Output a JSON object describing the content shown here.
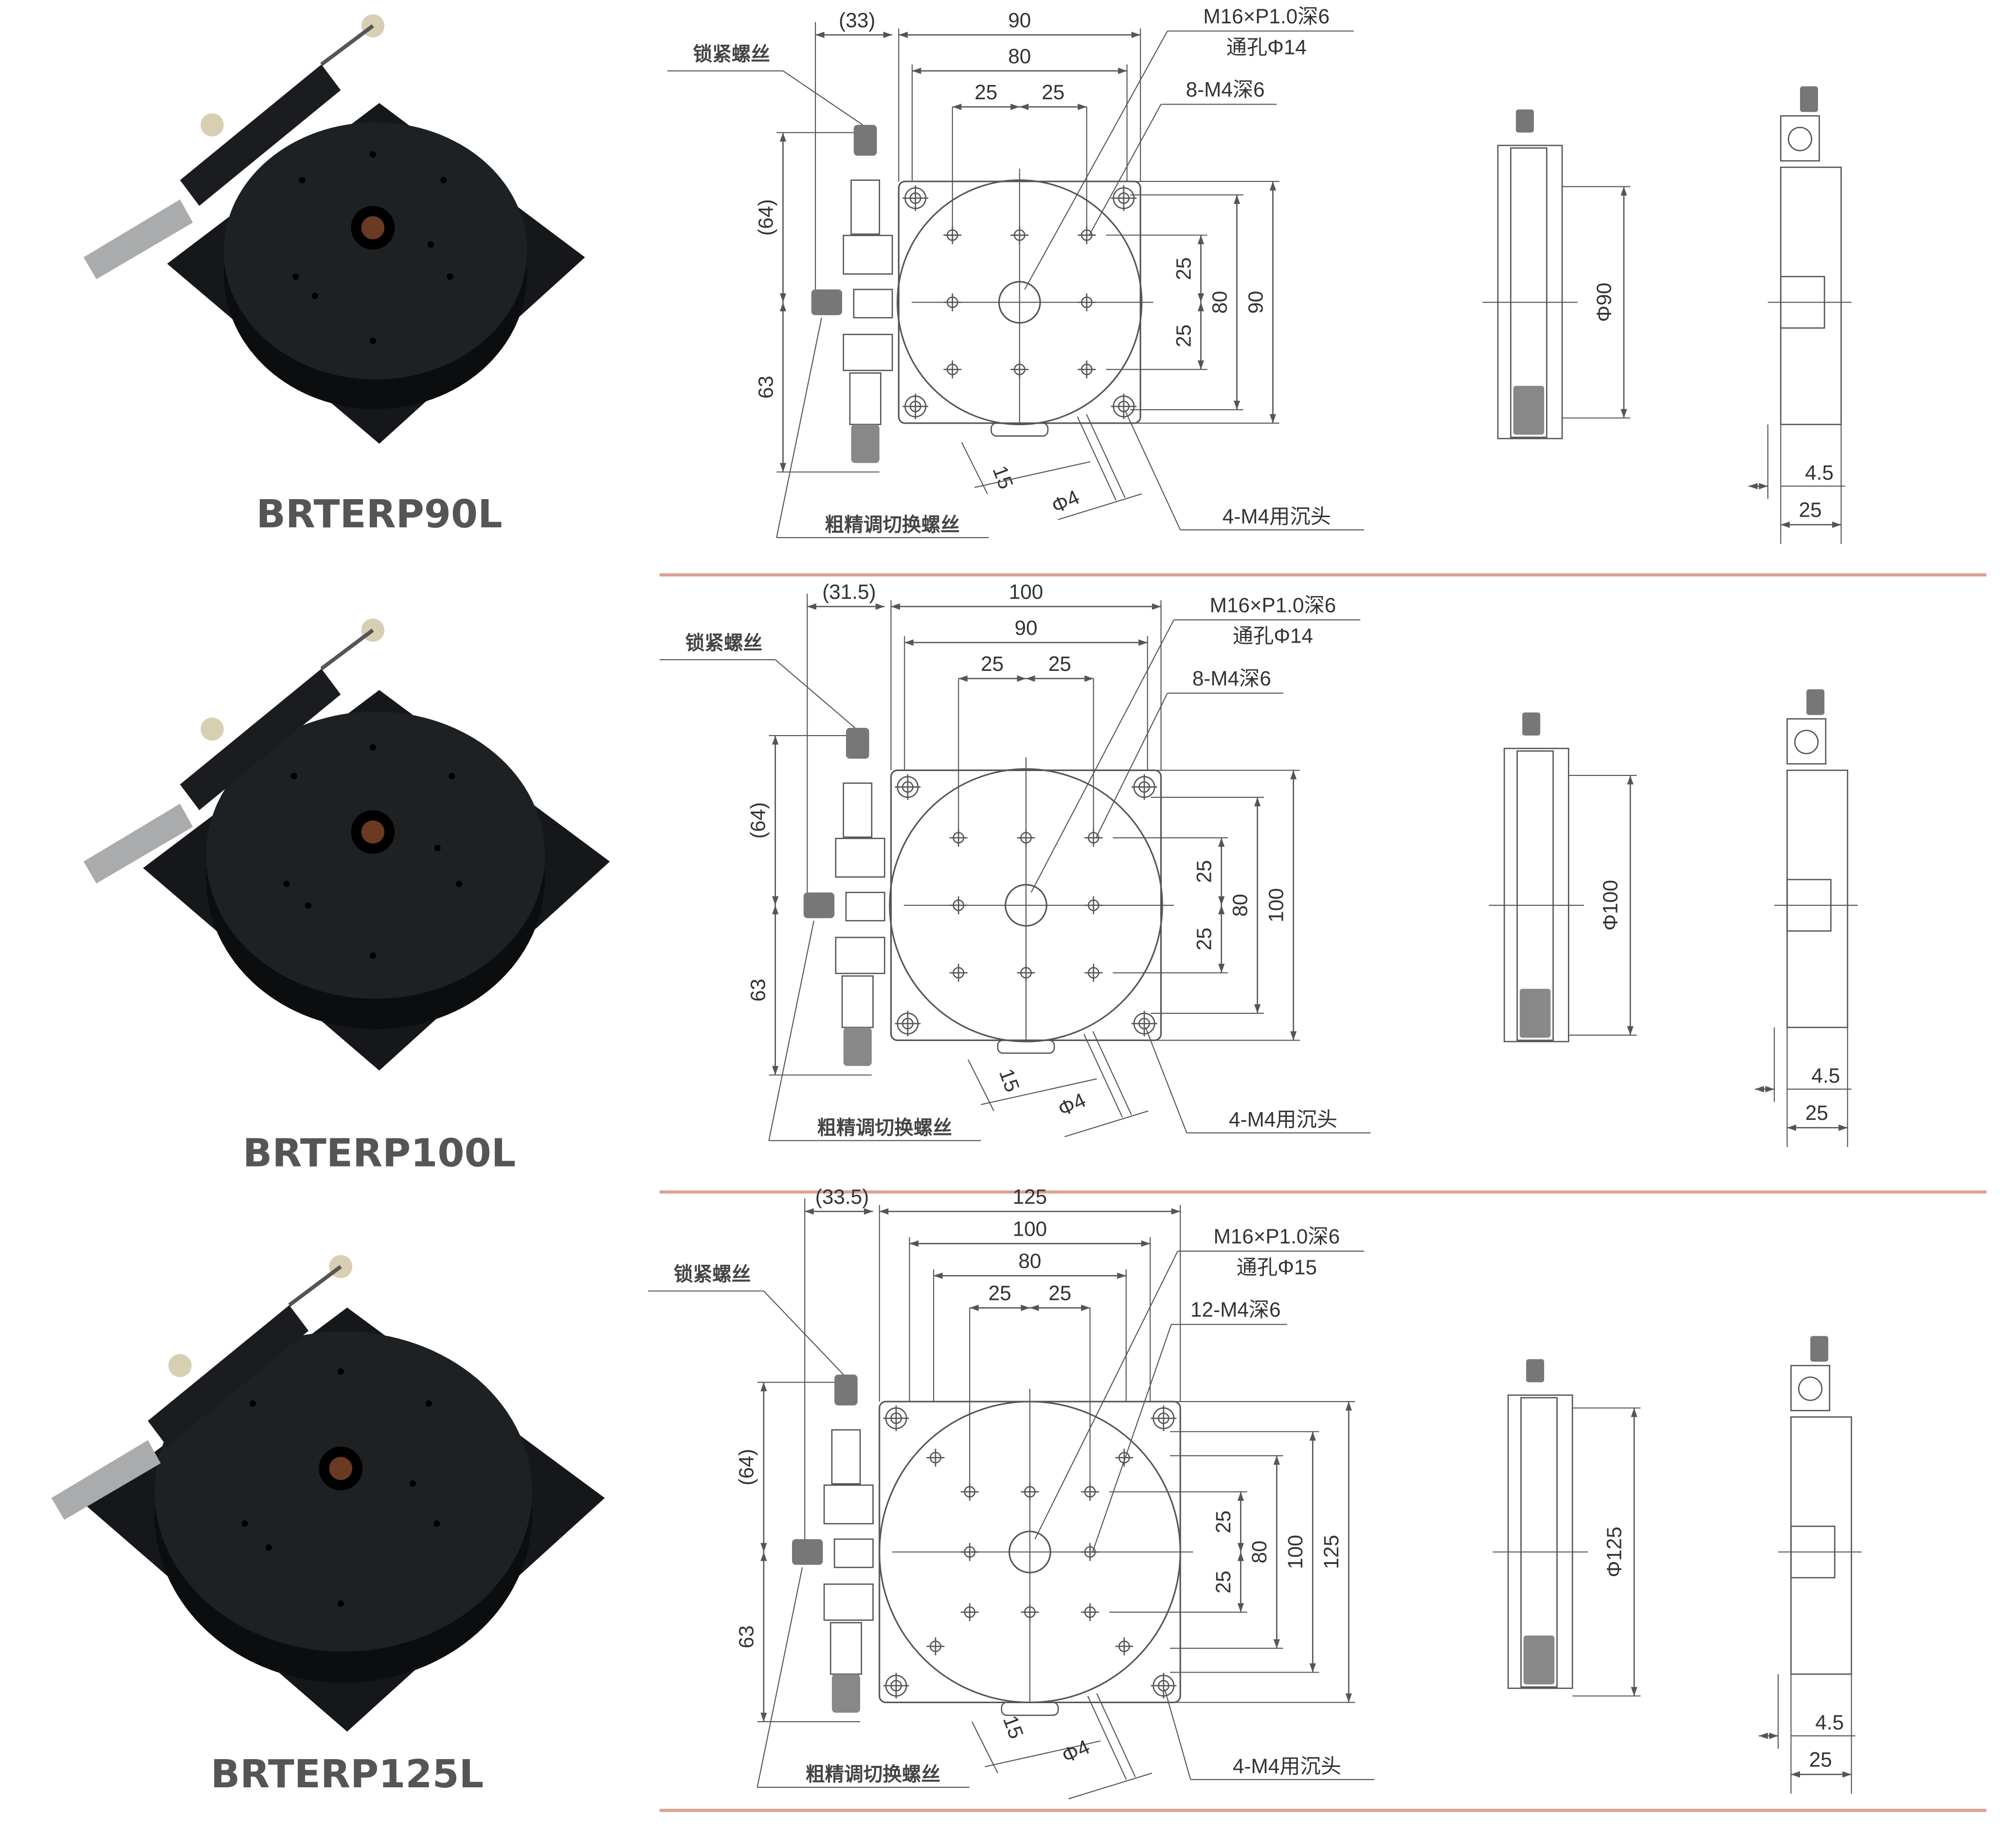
{
  "colors": {
    "divider": "#d9a393",
    "line": "#555555",
    "photo_dark": "#1e2124"
  },
  "rows": [
    {
      "model": "BRTERP90L",
      "plate_mm": 90,
      "left_offset": "(33)",
      "top_dims": [
        "90",
        "80"
      ],
      "top_dims_mm": [
        90,
        80
      ],
      "half_pitch": [
        "25",
        "25"
      ],
      "right_dims": [
        "25",
        "25",
        "80",
        "90"
      ],
      "right_dims_mm": [
        80,
        90
      ],
      "left_dims": [
        "(64)",
        "63"
      ],
      "thread_note": "M16×P1.0深6",
      "through_hole": "通孔Φ14",
      "tapped_holes": "8-M4深6",
      "lock_screw": "锁紧螺丝",
      "switch_screw": "粗精调切换螺丝",
      "dim_15": "15",
      "dim_phi4": "Φ4",
      "mount_holes": "4-M4用沉头",
      "side_diameter": "Φ90",
      "side_dims": [
        "4.5",
        "25"
      ]
    },
    {
      "model": "BRTERP100L",
      "plate_mm": 100,
      "left_offset": "(31.5)",
      "top_dims": [
        "100",
        "90"
      ],
      "top_dims_mm": [
        100,
        90
      ],
      "half_pitch": [
        "25",
        "25"
      ],
      "right_dims": [
        "25",
        "25",
        "80",
        "100"
      ],
      "right_dims_mm": [
        80,
        100
      ],
      "left_dims": [
        "(64)",
        "63"
      ],
      "thread_note": "M16×P1.0深6",
      "through_hole": "通孔Φ14",
      "tapped_holes": "8-M4深6",
      "lock_screw": "锁紧螺丝",
      "switch_screw": "粗精调切换螺丝",
      "dim_15": "15",
      "dim_phi4": "Φ4",
      "mount_holes": "4-M4用沉头",
      "side_diameter": "Φ100",
      "side_dims": [
        "4.5",
        "25"
      ]
    },
    {
      "model": "BRTERP125L",
      "plate_mm": 125,
      "left_offset": "(33.5)",
      "top_dims": [
        "125",
        "100",
        "80"
      ],
      "top_dims_mm": [
        125,
        100,
        80
      ],
      "half_pitch": [
        "25",
        "25"
      ],
      "right_dims": [
        "25",
        "25",
        "80",
        "100",
        "125"
      ],
      "right_dims_mm": [
        80,
        100,
        125
      ],
      "left_dims": [
        "(64)",
        "63"
      ],
      "thread_note": "M16×P1.0深6",
      "through_hole": "通孔Φ15",
      "tapped_holes": "12-M4深6",
      "lock_screw": "锁紧螺丝",
      "switch_screw": "粗精调切换螺丝",
      "dim_15": "15",
      "dim_phi4": "Φ4",
      "mount_holes": "4-M4用沉头",
      "side_diameter": "Φ125",
      "side_dims": [
        "4.5",
        "25"
      ]
    }
  ]
}
